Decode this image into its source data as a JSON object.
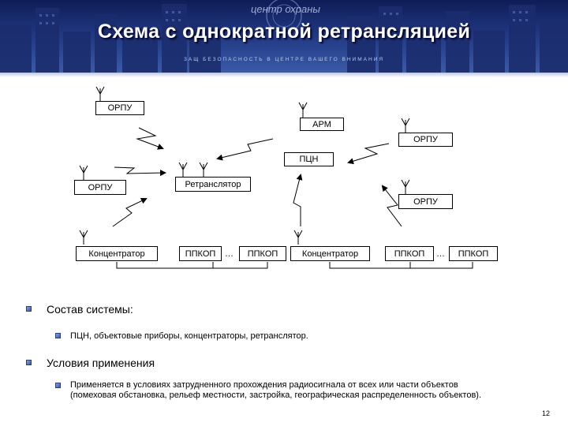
{
  "header": {
    "title": "Схема с однократной ретрансляцией",
    "slogan": "ЗАЩ БЕЗОПАСНОСТЬ В ЦЕНТРЕ ВАШЕГО ВНИМАНИЯ",
    "logo_text": "центр охраны",
    "colors": {
      "banner_top": "#0f1d57",
      "banner_bottom": "#3c5aa5",
      "title": "#ffffff"
    }
  },
  "diagram": {
    "nodes": {
      "orpu_top": "ОРПУ",
      "arm": "АРМ",
      "orpu_right": "ОРПУ",
      "ptsn": "ПЦН",
      "orpu_left": "ОРПУ",
      "retranslator": "Ретранслятор",
      "orpu_right_lower": "ОРПУ",
      "concentrator_left": "Концентратор",
      "ppkop_1": "ППКОП",
      "ppkop_2": "ППКОП",
      "concentrator_center": "Концентратор",
      "ppkop_3": "ППКОП",
      "ppkop_4": "ППКОП"
    },
    "ellipsis_1": "…",
    "ellipsis_2": "…",
    "icons": [
      "antenna-icon",
      "radio-link-arrow-icon"
    ]
  },
  "bullets": [
    {
      "text": "Состав системы:",
      "sub": [
        "ПЦН, объектовые приборы, концентраторы, ретранслятор."
      ]
    },
    {
      "text": "Условия применения",
      "sub": [
        "Применяется в условиях затрудненного прохождения радиосигнала от всех или части объектов",
        "(помеховая обстановка, рельеф местности, застройка, географическая распределенность объектов)."
      ]
    }
  ],
  "page_number": "12",
  "bullet_color": "#3a57a8"
}
